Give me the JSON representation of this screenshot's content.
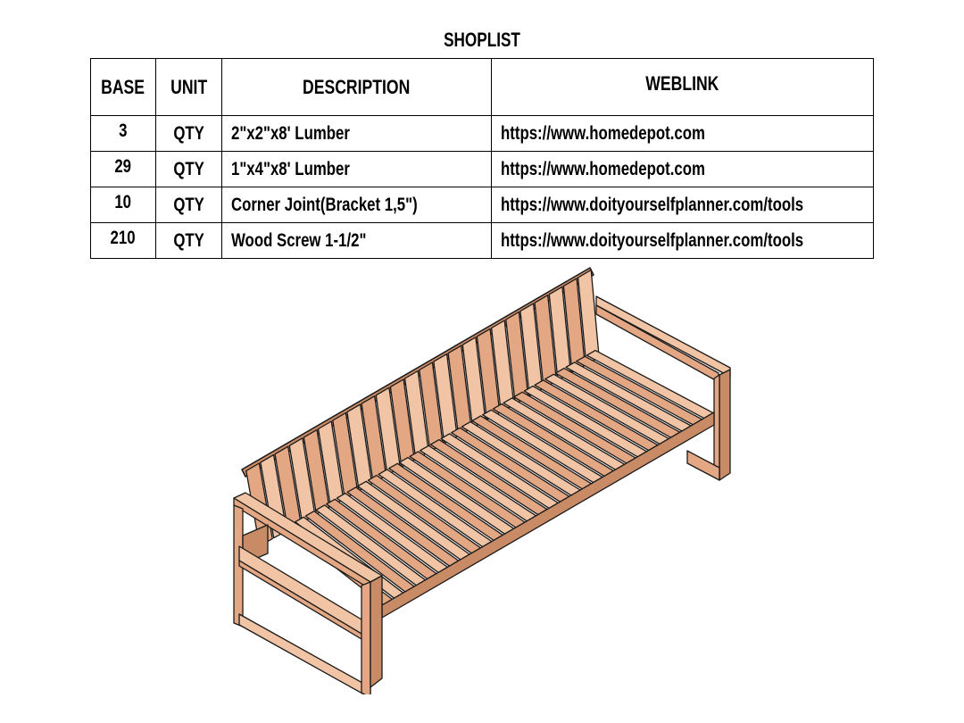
{
  "title": "SHOPLIST",
  "table": {
    "headers": [
      "BASE",
      "UNIT",
      "DESCRIPTION",
      "WEBLINK"
    ],
    "rows": [
      {
        "base": "3",
        "unit": "QTY",
        "description": "2\"x2\"x8' Lumber",
        "weblink": "https://www.homedepot.com"
      },
      {
        "base": "29",
        "unit": "QTY",
        "description": "1\"x4\"x8' Lumber",
        "weblink": "https://www.homedepot.com"
      },
      {
        "base": "10",
        "unit": "QTY",
        "description": "Corner Joint(Bracket 1,5\")",
        "weblink": "https://www.doityourselfplanner.com/tools"
      },
      {
        "base": "210",
        "unit": "QTY",
        "description": "Wood Screw 1-1/2\"",
        "weblink": "https://www.doityourselfplanner.com/tools"
      }
    ]
  },
  "colors": {
    "wood_light": "#f0c4a4",
    "wood_mid": "#e3a784",
    "wood_dark": "#c98a66",
    "outline": "#1a1a1a"
  },
  "illustration": {
    "subject": "outdoor-sofa-drawing",
    "back_slats": 24,
    "seat_slats": 30
  }
}
